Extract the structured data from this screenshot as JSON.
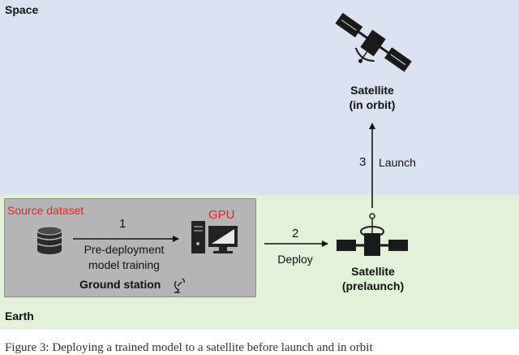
{
  "regions": {
    "space_label": "Space",
    "earth_label": "Earth"
  },
  "ground_station": {
    "source_dataset": "Source dataset",
    "gpu": "GPU",
    "step1_number": "1",
    "step1_line1": "Pre-deployment",
    "step1_line2": "model training",
    "label": "Ground station"
  },
  "step2": {
    "number": "2",
    "label": "Deploy"
  },
  "step3": {
    "number": "3",
    "label": "Launch"
  },
  "satellite_prelaunch": {
    "line1": "Satellite",
    "line2": "(prelaunch)"
  },
  "satellite_orbit": {
    "line1": "Satellite",
    "line2": "(in orbit)"
  },
  "caption": "Figure 3: Deploying a trained model to a satellite before launch and in orbit",
  "colors": {
    "space_bg": "#dbe3f3",
    "earth_bg": "#e2f1d8",
    "ground_box": "#b5b5b5",
    "accent_red": "#e8202a"
  },
  "icons": [
    "database-icon",
    "computer-icon",
    "satellite-dish-icon",
    "satellite-icon"
  ]
}
